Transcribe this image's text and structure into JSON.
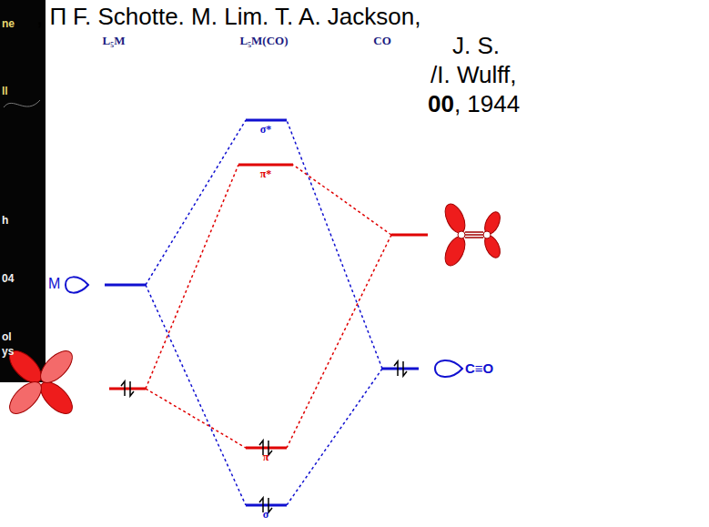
{
  "diagram": {
    "labels": [
      ", Π",
      "F. Schotte. M. Lim. T. A. Jackson,",
      "J. S.",
      "/I. Wulff,",
      "00",
      ", 1944",
      "L₅M",
      "L₅M(CO)",
      "CO",
      "σ*",
      "π*",
      "π",
      "σ",
      "M",
      "C≡O",
      "ne",
      "ll",
      "h",
      "04",
      "ol",
      "ys"
    ]
  }
}
